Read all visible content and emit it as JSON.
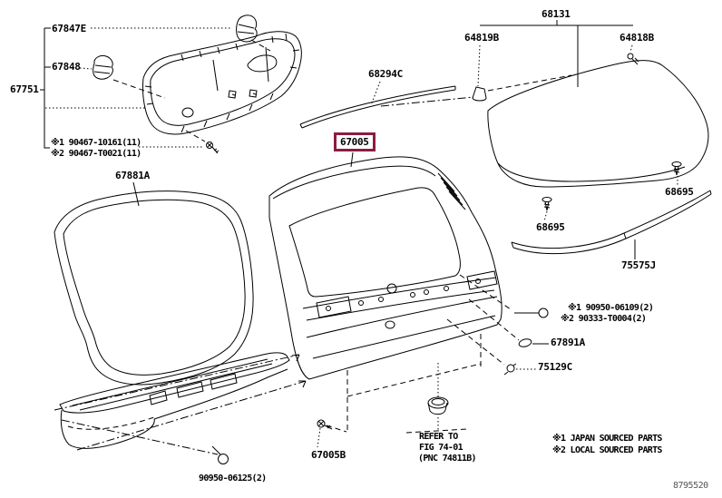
{
  "selected_part": "67005",
  "colors": {
    "highlight": "#8c1d40",
    "line": "#000000",
    "background": "#ffffff"
  },
  "labels": {
    "trim_clip_upper": "67847E",
    "trim_clip_lower": "67848",
    "trim_board": "67751",
    "weatherstrip": "67881A",
    "roof_molding": "68294C",
    "back_door": "67005",
    "back_glass": "68131",
    "glass_stopper_left": "64819B",
    "glass_stopper_right": "64818B",
    "glass_support_left": "68695",
    "glass_support_right": "68695",
    "glass_lower_molding": "75575J",
    "door_clip": "67891A",
    "door_cushion": "75129C",
    "door_bolt": "67005B",
    "garnish_fastener": "90950-06125(2)"
  },
  "notes": {
    "trim_fastener_line1": "※1 90467-10161(11)",
    "trim_fastener_line2": "※2 90467-T0021(11)",
    "glass_clip_line1": "※1 90950-06109(2)",
    "glass_clip_line2": "※2 90333-T0004(2)",
    "refer_line1": "REFER TO",
    "refer_line2": "FIG 74-01",
    "refer_line3": "(PNC 74811B)",
    "legend_line1": "※1 JAPAN SOURCED PARTS",
    "legend_line2": "※2 LOCAL SOURCED PARTS"
  },
  "footer": {
    "drawing_code": "8795520"
  }
}
